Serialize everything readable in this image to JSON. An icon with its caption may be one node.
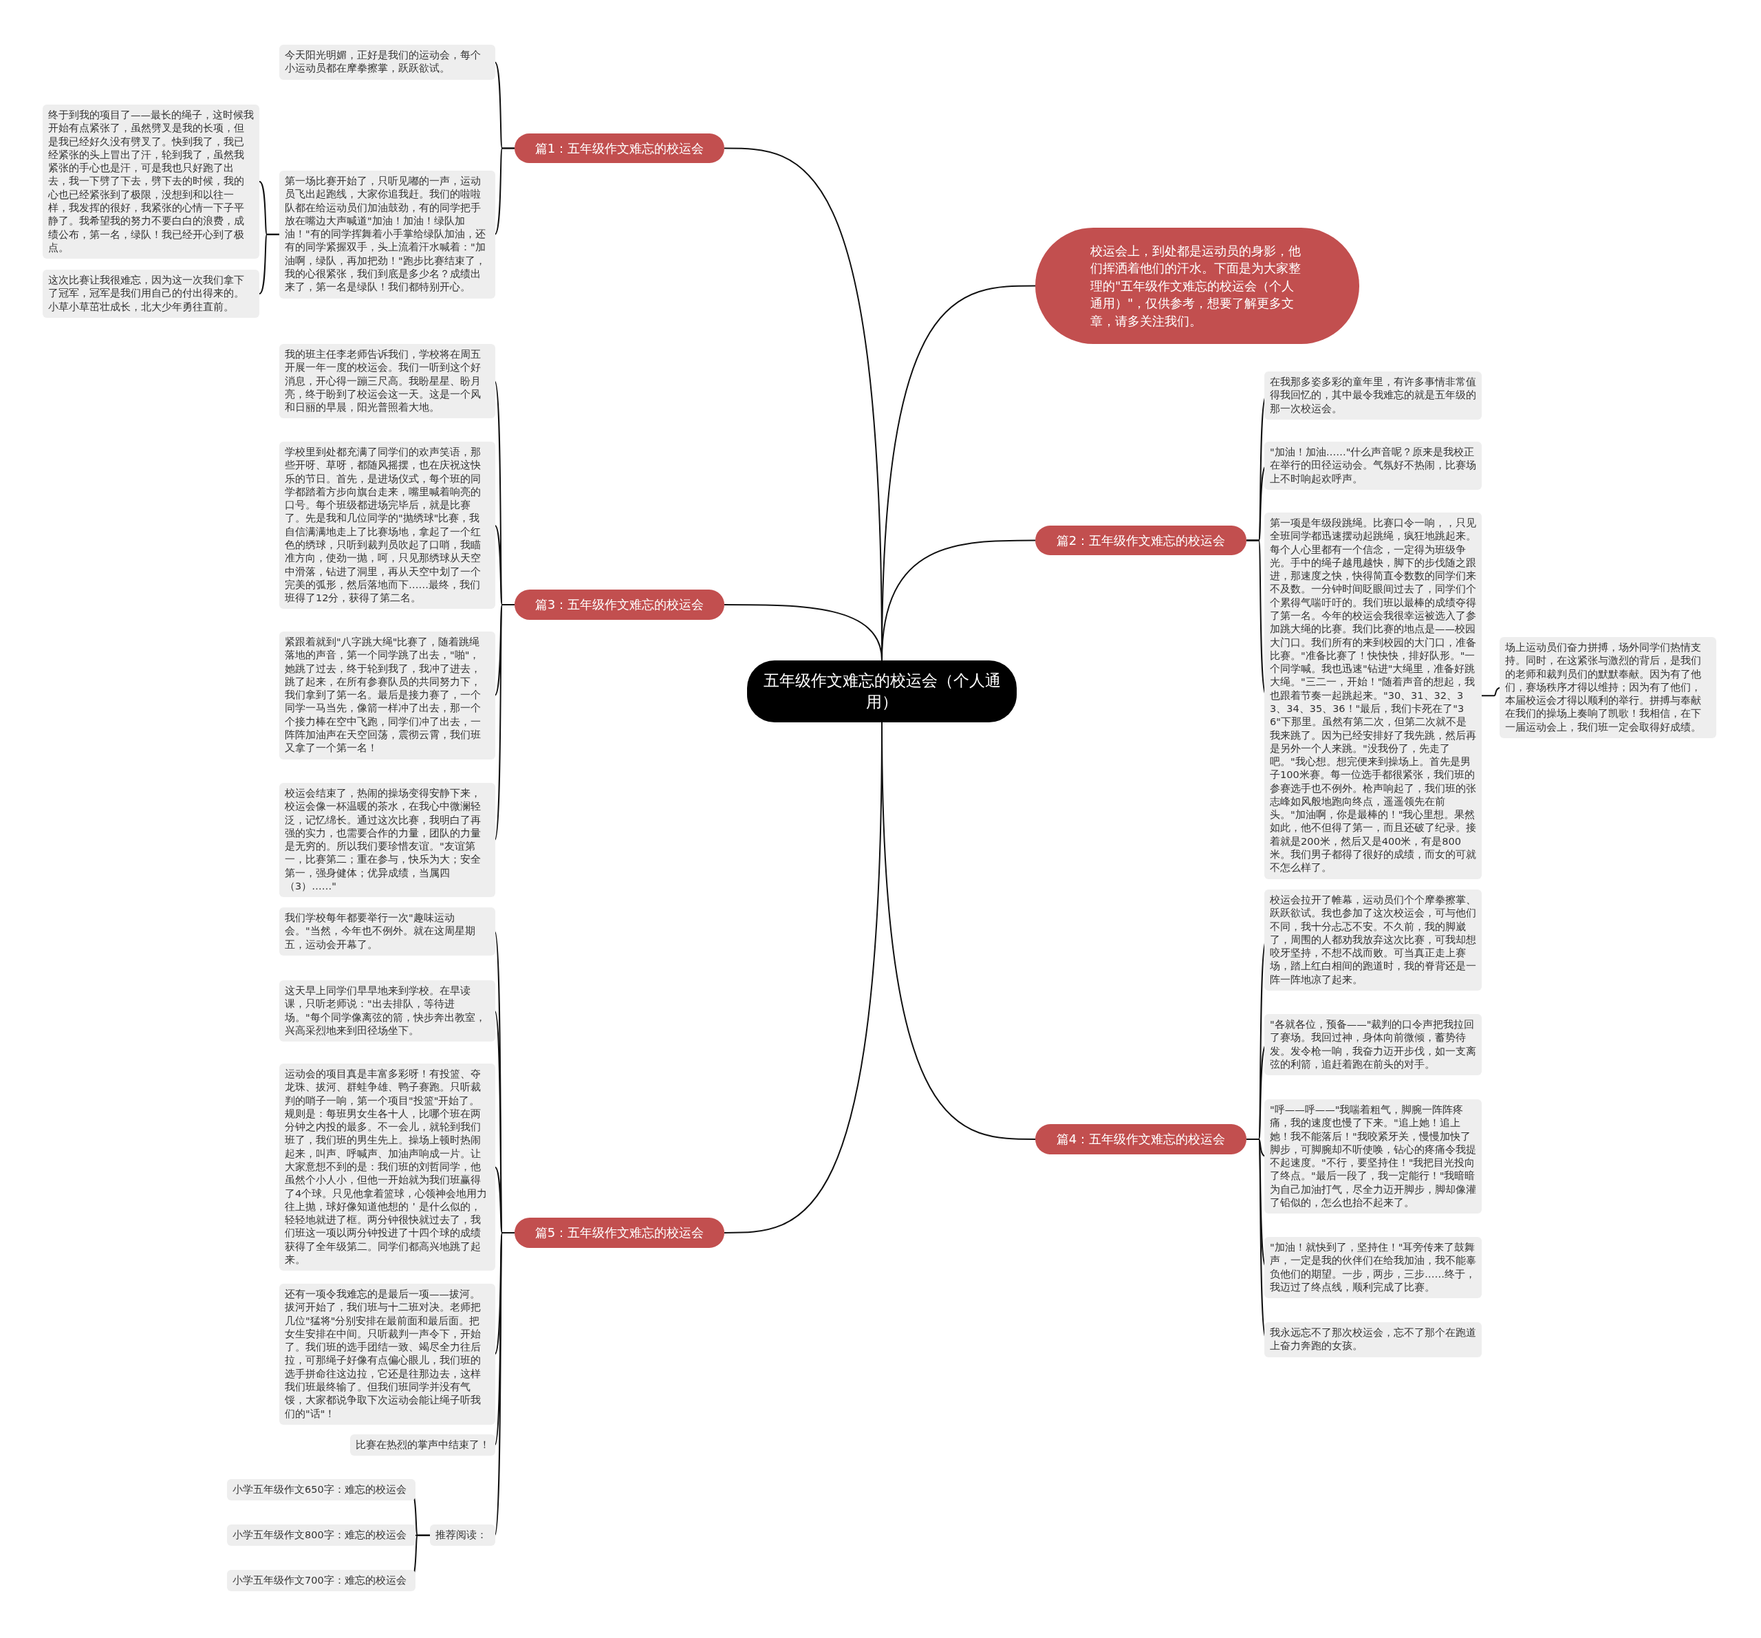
{
  "diagram": {
    "nodes": [
      {
        "text": [
          "五年级作文难忘的校运会（个人通用）"
        ]
      },
      {
        "text": [
          "校运会上，到处都是运动员的身影，他们挥洒着他们的汗水。下面是为大家整理的\"五年级作文难忘的校运会（个人通用）\"，仅供参考，想要了解更多文章，请多关注我们。"
        ]
      },
      {
        "text": [
          "篇1：五年级作文难忘的校运会"
        ]
      },
      {
        "text": [
          "今天阳光明媚，正好是我们的运动会，每个小运动员都在摩拳擦掌，跃跃欲试。"
        ]
      },
      {
        "text": [
          "第一场比赛开始了，只听见嘟的一声，运动员飞出起跑线，大家你追我赶。我们的啦啦队都在给运动员们加油鼓劲，有的同学把手放在嘴边大声喊道\"加油！加油！绿队加油！\"有的同学挥舞着小手掌给绿队加油，还有的同学紧握双手，头上流着汗水喊着：\"加油啊，绿队，再加把劲！\"跑步比赛结束了，我的心很紧张，我们到底是多少名？成绩出来了，第一名是绿队！我们都特别开心。"
        ]
      },
      {
        "text": [
          "终于到我的项目了——最长的绳子，这时候我开始有点紧张了，虽然劈叉是我的长项，但是我已经好久没有劈叉了。快到我了，我已经紧张的头上冒出了汗，轮到我了，虽然我紧张的手心也是汗，可是我也只好跑了出去，我一下劈了下去，劈下去的时候，我的心也已经紧张到了极限，没想到和以往一样，我发挥的很好，我紧张的心情一下子平静了。我希望我的努力不要白白的浪费，成绩公布，第一名，绿队！我已经开心到了极点。"
        ]
      },
      {
        "text": [
          "这次比赛让我很难忘，因为这一次我们拿下了冠军，冠军是我们用自己的付出得来的。小草小草茁壮成长，北大少年勇往直前。"
        ]
      },
      {
        "text": [
          "篇2：五年级作文难忘的校运会"
        ]
      },
      {
        "text": [
          "在我那多姿多彩的童年里，有许多事情非常值得我回忆的，其中最令我难忘的就是五年级的那一次校运会。"
        ]
      },
      {
        "text": [
          "\"加油！加油……\"什么声音呢？原来是我校正在举行的田径运动会。气氛好不热闹，比赛场上不时响起欢呼声。"
        ]
      },
      {
        "text": [
          "第一项是年级段跳绳。比赛口令一响，，只见全班同学都迅速摆动起跳绳，疯狂地跳起来。每个人心里都有一个信念，一定得为班级争光。手中的绳子越甩越快，脚下的步伐随之跟进，那速度之快，快得简直令数数的同学们来不及数。一分钟时间眨眼间过去了，同学们个个累得气喘吁吁的。我们班以最棒的成绩夺得了第一名。今年的校运会我很幸运被选入了参加跳大绳的比赛。我们比赛的地点是——校园大门口。我们所有的来到校园的大门口，准备比赛。\"准备比赛了！快快快，排好队形。\"一个同学喊。我也迅速\"钻进\"大绳里，准备好跳大绳。\"三二一，开始！\"随着声音的想起，我也跟着节奏一起跳起来。\"30、31、32、33、34、35、36！\"最后，我们卡死在了\"36\"下那里。虽然有第二次，但第二次就不是我来跳了。因为已经安排好了我先跳，然后再是另外一个人来跳。\"没我份了，先走了吧。\"我心想。想完便来到操场上。首先是男子100米赛。每一位选手都很紧张，我们班的参赛选手也不例外。枪声响起了，我们班的张志峰如风般地跑向终点，遥遥领先在前头。\"加油啊，你是最棒的！\"我心里想。果然如此，他不但得了第一，而且还破了纪录。接着就是200米，然后又是400米，有是800米。我们男子都得了很好的成绩，而女的可就不怎么样了。"
        ]
      },
      {
        "text": [
          "场上运动员们奋力拼搏，场外同学们热情支持。同时，在这紧张与激烈的背后，是我们的老师和裁判员们的默默奉献。因为有了他们，赛场秩序才得以维持；因为有了他们，本届校运会才得以顺利的举行。拼搏与奉献在我们的操场上奏响了凯歌！我相信，在下一届运动会上，我们班一定会取得好成绩。"
        ]
      },
      {
        "text": [
          "篇3：五年级作文难忘的校运会"
        ]
      },
      {
        "text": [
          "我的班主任李老师告诉我们，学校将在周五开展一年一度的校运会。我们一听到这个好消息，开心得一蹦三尺高。我盼星星、盼月亮，终于盼到了校运会这一天。这是一个风和日丽的早晨，阳光普照着大地。"
        ]
      },
      {
        "text": [
          "学校里到处都充满了同学们的欢声笑语，那些开呀、草呀，都随风摇摆，也在庆祝这快乐的节日。首先，是进场仪式，每个班的同学都踏着方步向旗台走来，嘴里喊着响亮的口号。每个班级都进场完毕后，就是比赛了。先是我和几位同学的\"抛绣球\"比赛，我自信满满地走上了比赛场地，拿起了一个红色的绣球，只听到裁判员吹起了口哨，我瞄准方向，使劲一抛，呵，只见那绣球从天空中滑落，钻进了洞里，再从天空中划了一个完美的弧形，然后落地而下……最终，我们班得了12分，获得了第二名。"
        ]
      },
      {
        "text": [
          "紧跟着就到\"八字跳大绳\"比赛了，随着跳绳落地的声音，第一个同学跳了出去，\"啪\"，她跳了过去，终于轮到我了，我冲了进去，跳了起来，在所有参赛队员的共同努力下，我们拿到了第一名。最后是接力赛了，一个同学一马当先，像箭一样冲了出去，那一个个接力棒在空中飞跑，同学们冲了出去，一阵阵加油声在天空回荡，震彻云霄，我们班又拿了一个第一名！"
        ]
      },
      {
        "text": [
          "校运会结束了，热闹的操场变得安静下来，校运会像一杯温暖的茶水，在我心中微澜轻泛，记忆绵长。通过这次比赛，我明白了再强的实力，也需要合作的力量，团队的力量是无穷的。所以我们要珍惜友谊。\"友谊第一，比赛第二；重在参与，快乐为大；安全第一，强身健体；优异成绩，当属四（3）……\""
        ]
      },
      {
        "text": [
          "篇4：五年级作文难忘的校运会"
        ]
      },
      {
        "text": [
          "校运会拉开了帷幕，运动员们个个摩拳擦掌、跃跃欲试。我也参加了这次校运会，可与他们不同，我十分忐忑不安。不久前，我的脚崴了，周围的人都劝我放弃这次比赛，可我却想咬牙坚持，不想不战而败。可当真正走上赛场，踏上红白相间的跑道时，我的脊背还是一阵一阵地凉了起来。"
        ]
      },
      {
        "text": [
          "\"各就各位，预备——\"裁判的口令声把我拉回了赛场。我回过神，身体向前微倾，蓄势待发。发令枪一响，我奋力迈开步伐，如一支离弦的利箭，追赶着跑在前头的对手。"
        ]
      },
      {
        "text": [
          "\"呼——呼——\"我喘着粗气，脚腕一阵阵疼痛，我的速度也慢了下来。\"追上她！追上她！我不能落后！\"我咬紧牙关，慢慢加快了脚步，可脚腕却不听使唤，钻心的疼痛令我提不起速度。\"不行，要坚持住！\"我把目光投向了终点。\"最后一段了，我一定能行！\"我暗暗为自己加油打气，尽全力迈开脚步，脚却像灌了铅似的，怎么也抬不起来了。"
        ]
      },
      {
        "text": [
          "\"加油！就快到了，坚持住！\"耳旁传来了鼓舞声，一定是我的伙伴们在给我加油，我不能辜负他们的期望。一步，两步，三步……终于，我迈过了终点线，顺利完成了比赛。"
        ]
      },
      {
        "text": [
          "我永远忘不了那次校运会，忘不了那个在跑道上奋力奔跑的女孩。"
        ]
      },
      {
        "text": [
          "篇5：五年级作文难忘的校运会"
        ]
      },
      {
        "text": [
          "我们学校每年都要举行一次\"趣味运动会。\"当然，今年也不例外。就在这周星期五，运动会开幕了。"
        ]
      },
      {
        "text": [
          "这天早上同学们早早地来到学校。在早读课，只听老师说：\"出去排队，等待进场。\"每个同学像离弦的箭，快步奔出教室，兴高采烈地来到田径场坐下。"
        ]
      },
      {
        "text": [
          "运动会的项目真是丰富多彩呀！有投篮、夺龙珠、拔河、群蛙争雄、鸭子赛跑。只听裁判的哨子一响，第一个项目\"投篮\"开始了。规则是：每班男女生各十人，比哪个班在两分钟之内投的最多。不一会儿，就轮到我们班了，我们班的男生先上。操场上顿时热闹起来，叫声、呼喊声、加油声响成一片。让大家意想不到的是：我们班的刘哲同学，他虽然个小人小，但他一开始就为我们班赢得了4个球。只见他拿着篮球，心领神会地用力往上抛，球好像知道他想的＇是什么似的，轻轻地就进了框。两分钟很快就过去了，我们班这一项以两分钟投进了十四个球的成绩获得了全年级第二。同学们都高兴地跳了起来。"
        ]
      },
      {
        "text": [
          "还有一项令我难忘的是最后一项——拔河。拔河开始了，我们班与十二班对决。老师把几位\"猛将\"分别安排在最前面和最后面。把女生安排在中间。只听裁判一声令下，开始了。我们班的选手团结一致、竭尽全力往后拉，可那绳子好像有点偏心眼儿，我们班的选手拼命往这边拉，它还是往那边去，这样我们班最终输了。但我们班同学并没有气馁，大家都说争取下次运动会能让绳子听我们的\"话\"！"
        ]
      },
      {
        "text": [
          "比赛在热烈的掌声中结束了！"
        ]
      },
      {
        "text": [
          "推荐阅读："
        ]
      },
      {
        "text": [
          "小学五年级作文650字：难忘的校运会"
        ]
      },
      {
        "text": [
          "小学五年级作文800字：难忘的校运会"
        ]
      },
      {
        "text": [
          "小学五年级作文700字：难忘的校运会"
        ]
      }
    ],
    "edges": [
      {
        "from": 0,
        "to": 1,
        "arrow": "none"
      },
      {
        "from": 0,
        "to": 2,
        "arrow": "none"
      },
      {
        "from": 2,
        "to": 3,
        "arrow": "none"
      },
      {
        "from": 2,
        "to": 4,
        "arrow": "none"
      },
      {
        "from": 4,
        "to": 5,
        "arrow": "none"
      },
      {
        "from": 4,
        "to": 6,
        "arrow": "none"
      },
      {
        "from": 0,
        "to": 7,
        "arrow": "none"
      },
      {
        "from": 7,
        "to": 8,
        "arrow": "none"
      },
      {
        "from": 7,
        "to": 9,
        "arrow": "none"
      },
      {
        "from": 7,
        "to": 10,
        "arrow": "none"
      },
      {
        "from": 10,
        "to": 11,
        "arrow": "none"
      },
      {
        "from": 0,
        "to": 12,
        "arrow": "none"
      },
      {
        "from": 12,
        "to": 13,
        "arrow": "none"
      },
      {
        "from": 12,
        "to": 14,
        "arrow": "none"
      },
      {
        "from": 12,
        "to": 15,
        "arrow": "none"
      },
      {
        "from": 12,
        "to": 16,
        "arrow": "none"
      },
      {
        "from": 0,
        "to": 17,
        "arrow": "none"
      },
      {
        "from": 17,
        "to": 18,
        "arrow": "none"
      },
      {
        "from": 17,
        "to": 19,
        "arrow": "none"
      },
      {
        "from": 17,
        "to": 20,
        "arrow": "none"
      },
      {
        "from": 17,
        "to": 21,
        "arrow": "none"
      },
      {
        "from": 17,
        "to": 22,
        "arrow": "none"
      },
      {
        "from": 0,
        "to": 23,
        "arrow": "none"
      },
      {
        "from": 23,
        "to": 24,
        "arrow": "none"
      },
      {
        "from": 23,
        "to": 25,
        "arrow": "none"
      },
      {
        "from": 23,
        "to": 26,
        "arrow": "none"
      },
      {
        "from": 23,
        "to": 27,
        "arrow": "none"
      },
      {
        "from": 23,
        "to": 28,
        "arrow": "none"
      },
      {
        "from": 23,
        "to": 29,
        "arrow": "none"
      },
      {
        "from": 29,
        "to": 30,
        "arrow": "none"
      },
      {
        "from": 29,
        "to": 31,
        "arrow": "none"
      },
      {
        "from": 29,
        "to": 32,
        "arrow": "none"
      }
    ]
  }
}
